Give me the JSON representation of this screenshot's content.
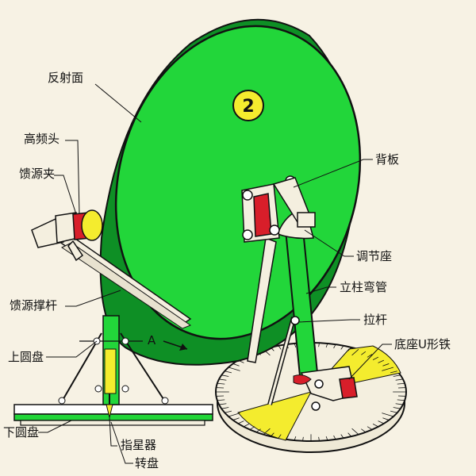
{
  "badge": "2",
  "labels": {
    "reflector": "反射面",
    "lnb": "高频头",
    "feed_clamp": "馈源夹",
    "feed_strut": "馈源撑杆",
    "upper_disc": "上圆盘",
    "lower_disc": "下圆盘",
    "star_pointer": "指星器",
    "turntable": "转盘",
    "back_plate": "背板",
    "adjust_seat": "调节座",
    "column_tube": "立柱弯管",
    "pull_rod": "拉杆",
    "base_u_bracket": "底座U形铁",
    "arrow_a": "A"
  },
  "colors": {
    "reflector_green": "#22d63a",
    "accent_red": "#d81e2a",
    "accent_yellow": "#f4ec2e",
    "line": "#111111",
    "background": "#f7f2e4"
  }
}
